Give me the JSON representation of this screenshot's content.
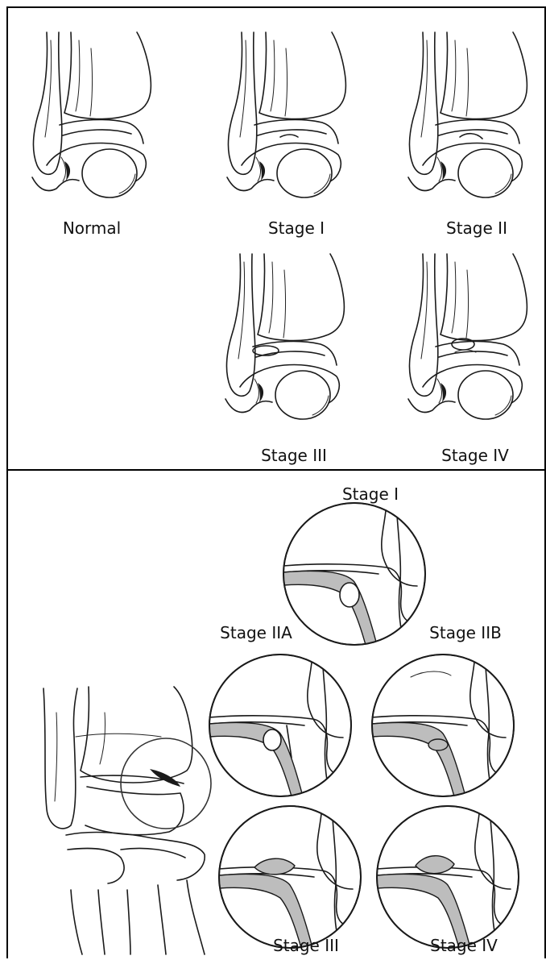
{
  "top_panel": {
    "labels": {
      "normal": "Normal",
      "stage1": "Stage I",
      "stage2": "Stage II",
      "stage3": "Stage III",
      "stage4": "Stage IV"
    }
  },
  "bottom_panel": {
    "labels": {
      "stage1": "Stage I",
      "stage2a": "Stage IIA",
      "stage2b": "Stage IIB",
      "stage3": "Stage III",
      "stage4": "Stage IV"
    }
  }
}
